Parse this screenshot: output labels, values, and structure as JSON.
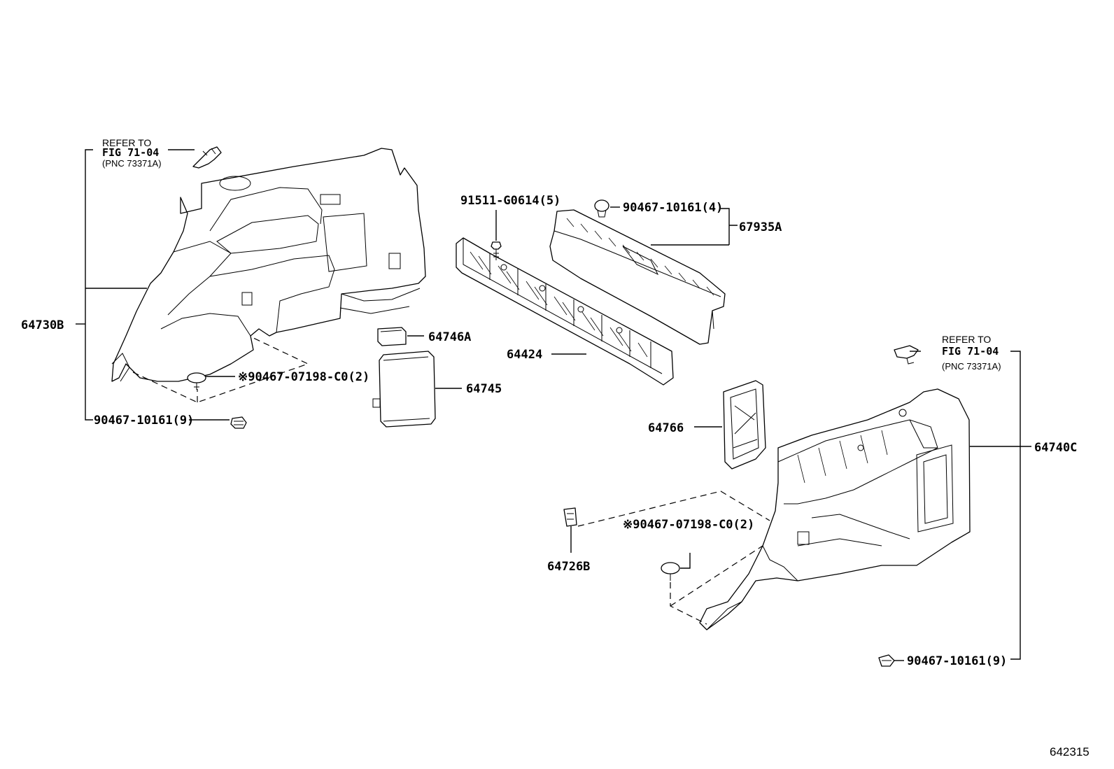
{
  "diagram_id": "642315",
  "callouts": {
    "c64730b": "64730B",
    "c64740c": "64740C",
    "c67935a": "67935A",
    "c64746a": "64746A",
    "c64745": "64745",
    "c64424": "64424",
    "c64766": "64766",
    "c64726b": "64726B",
    "c91511": "91511-G0614(5)",
    "c90467_4": "90467-10161(4)",
    "c90467_9_left": "90467-10161(9)",
    "c90467_9_right": "90467-10161(9)",
    "c07198_left": "※90467-07198-C0(2)",
    "c07198_right": "※90467-07198-C0(2)"
  },
  "refer_left": {
    "line1": "REFER TO",
    "fig": "FIG 71-04",
    "pnc": "(PNC 73371A)"
  },
  "refer_right": {
    "line1": "REFER TO",
    "fig": "FIG 71-04",
    "pnc": "(PNC 73371A)"
  }
}
